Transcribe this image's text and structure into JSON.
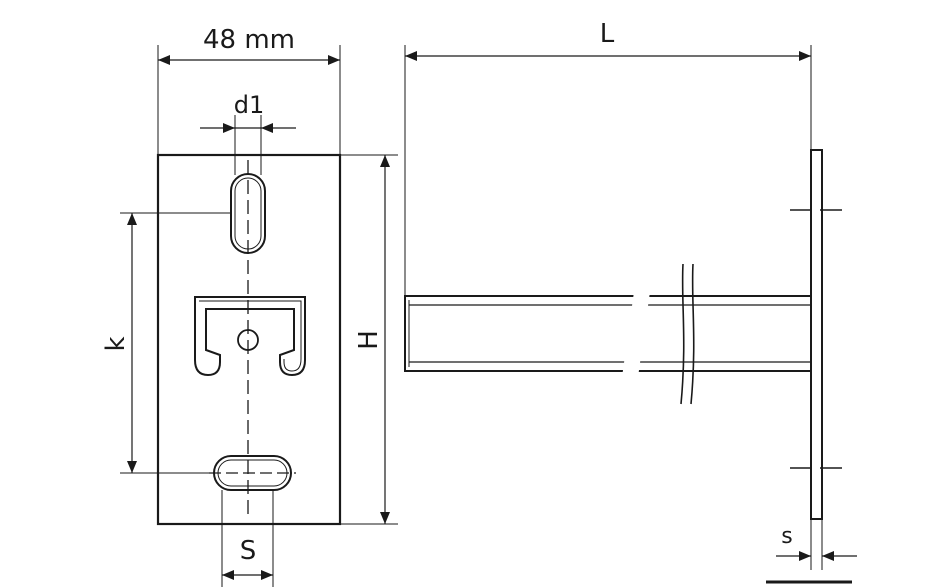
{
  "labels": {
    "width": "48 mm",
    "d1": "d1",
    "L": "L",
    "k": "k",
    "H": "H",
    "S": "S",
    "s": "s"
  },
  "colors": {
    "line": "#1a1a1a",
    "background": "#ffffff"
  }
}
